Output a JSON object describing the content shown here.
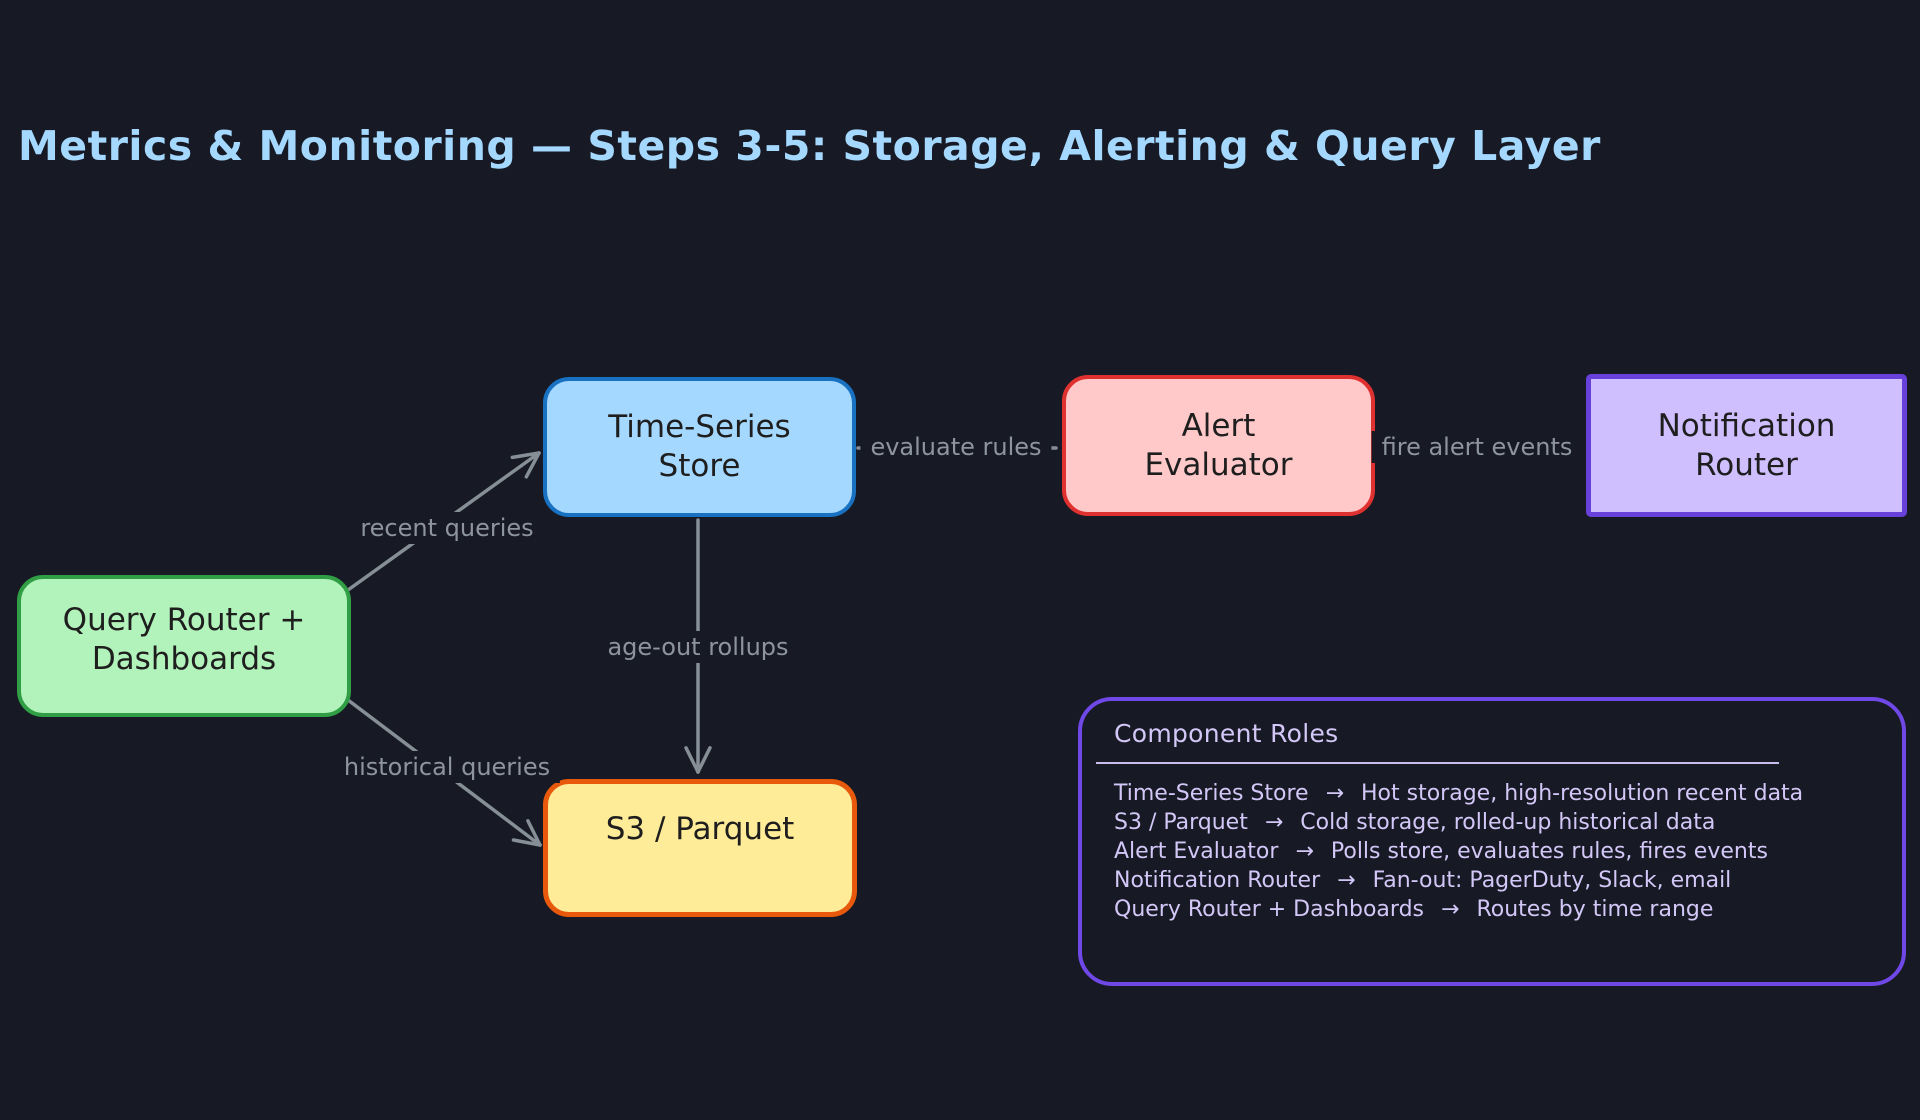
{
  "title": "Metrics & Monitoring — Steps 3-5: Storage, Alerting & Query Layer",
  "colors": {
    "background": "#171a24",
    "title": "#a5d8ff",
    "edge": "#868e96",
    "edge_label": "#8d94a0",
    "legend_border": "#7048e8",
    "legend_text": "#d3c7f7"
  },
  "nodes": {
    "time_series_store": {
      "line1": "Time-Series",
      "line2": "Store",
      "fill": "#a5d8ff",
      "stroke": "#1971c2"
    },
    "alert_evaluator": {
      "line1": "Alert",
      "line2": "Evaluator",
      "fill": "#ffc9c9",
      "stroke": "#e03131"
    },
    "notification_router": {
      "line1": "Notification",
      "line2": "Router",
      "fill": "#d0bfff",
      "stroke": "#6741d9"
    },
    "query_router": {
      "line1": "Query Router +",
      "line2": "Dashboards",
      "fill": "#b2f2bb",
      "stroke": "#2f9e44"
    },
    "s3_parquet": {
      "line1": "S3 / Parquet",
      "fill": "#ffec99",
      "stroke": "#e8590c"
    }
  },
  "edges": {
    "recent_queries": {
      "label": "recent queries"
    },
    "historical_queries": {
      "label": "historical queries"
    },
    "evaluate_rules": {
      "label": "evaluate rules"
    },
    "fire_alert_events": {
      "label": "fire alert events"
    },
    "age_out_rollups": {
      "label": "age-out rollups"
    }
  },
  "legend": {
    "title": "Component Roles",
    "rows": [
      {
        "name": "Time-Series Store",
        "arrow": "→",
        "desc": "Hot storage, high-resolution recent data"
      },
      {
        "name": "S3 / Parquet",
        "arrow": "→",
        "desc": "Cold storage, rolled-up historical data"
      },
      {
        "name": "Alert Evaluator",
        "arrow": "→",
        "desc": "Polls store, evaluates rules, fires events"
      },
      {
        "name": "Notification Router",
        "arrow": "→",
        "desc": "Fan-out: PagerDuty, Slack, email"
      },
      {
        "name": "Query Router + Dashboards",
        "arrow": "→",
        "desc": "Routes by time range"
      }
    ]
  }
}
